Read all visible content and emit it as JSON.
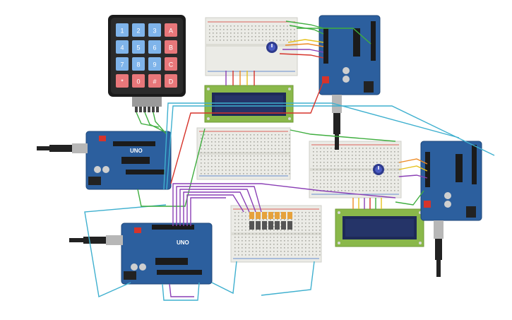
{
  "circuit": {
    "keypad": {
      "keys": [
        "1",
        "2",
        "3",
        "A",
        "4",
        "5",
        "6",
        "B",
        "7",
        "8",
        "9",
        "C",
        "*",
        "0",
        "#",
        "D"
      ],
      "digit_color": "#7fb4ea",
      "letter_color": "#e8777a"
    },
    "arduino_label": "UNO",
    "colors": {
      "board": "#2c5f9e",
      "board_dark": "#1d4678",
      "lcd_pcb": "#8ab84a",
      "lcd_screen": "#1e2a57",
      "breadboard": "#ebebe6",
      "wire_green": "#3fae3f",
      "wire_red": "#d6342b",
      "wire_orange": "#ee8a24",
      "wire_yellow": "#e6c21c",
      "wire_purple": "#8a3fb5",
      "wire_cyan": "#3fb0cf",
      "wire_brown": "#8a5a2b"
    }
  }
}
